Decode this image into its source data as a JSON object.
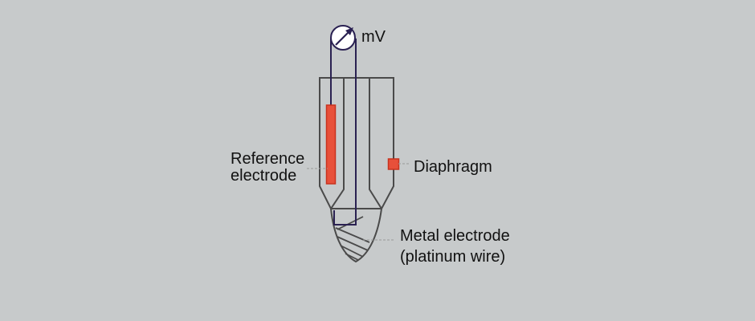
{
  "meter": {
    "unit": "mV"
  },
  "labels": {
    "reference_line1": "Reference",
    "reference_line2": "electrode",
    "diaphragm": "Diaphragm",
    "metal_line1": "Metal electrode",
    "metal_line2": "(platinum wire)"
  },
  "colors": {
    "background": "#c7cacb",
    "outline": "#4a4a4a",
    "wire": "#2a2152",
    "electrode_fill": "#e8503a",
    "electrode_stroke": "#c8321e",
    "leader": "#9a9a9a"
  }
}
